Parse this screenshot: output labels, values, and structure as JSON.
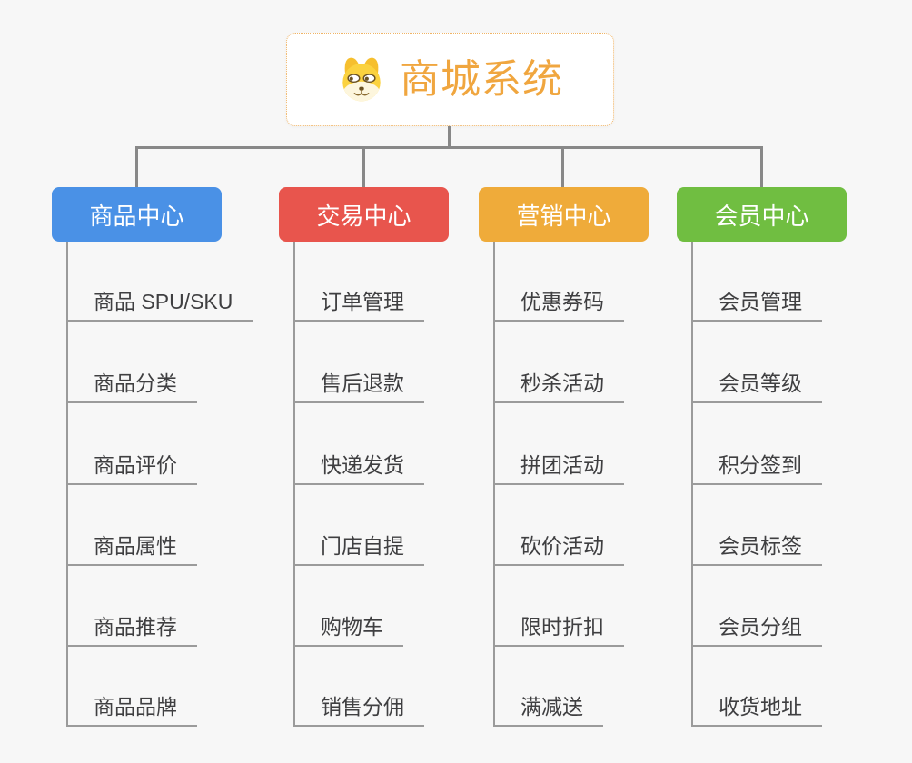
{
  "root": {
    "title": "商城系统",
    "title_color": "#f0a63f",
    "border_color": "#f0b465",
    "icon": "dog-icon"
  },
  "connector_color": "#888888",
  "leaf_line_color": "#9b9b9b",
  "background_color": "#f7f7f7",
  "branches": [
    {
      "label": "商品中心",
      "color": "#4a91e6",
      "items": [
        "商品 SPU/SKU",
        "商品分类",
        "商品评价",
        "商品属性",
        "商品推荐",
        "商品品牌"
      ]
    },
    {
      "label": "交易中心",
      "color": "#e8554d",
      "items": [
        "订单管理",
        "售后退款",
        "快递发货",
        "门店自提",
        "购物车",
        "销售分佣"
      ]
    },
    {
      "label": "营销中心",
      "color": "#efab3a",
      "items": [
        "优惠券码",
        "秒杀活动",
        "拼团活动",
        "砍价活动",
        "限时折扣",
        "满减送"
      ]
    },
    {
      "label": "会员中心",
      "color": "#70be41",
      "items": [
        "会员管理",
        "会员等级",
        "积分签到",
        "会员标签",
        "会员分组",
        "收货地址"
      ]
    }
  ]
}
